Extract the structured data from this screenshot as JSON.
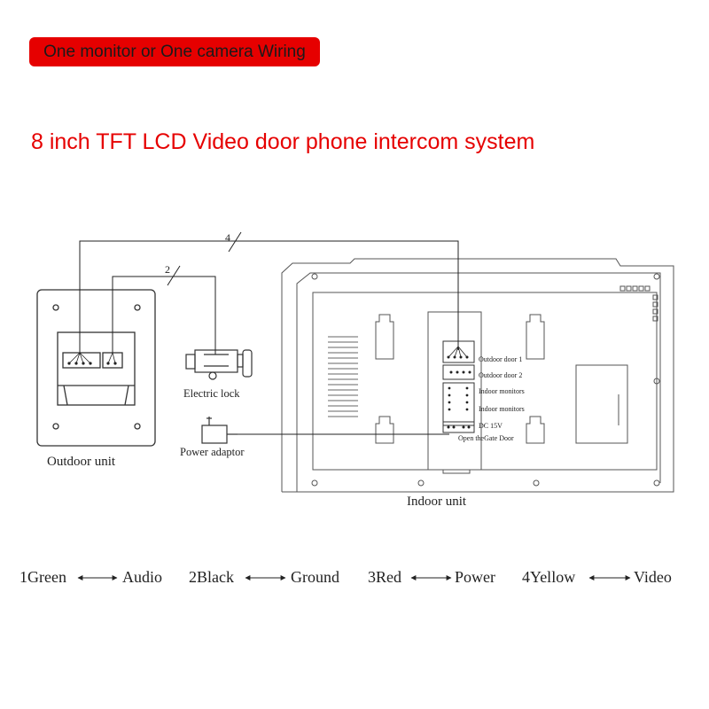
{
  "banner": {
    "label": "One monitor or One camera Wiring",
    "color": "#e60000"
  },
  "title": "8 inch TFT LCD Video door phone intercom system",
  "wire_marks": {
    "four_wire": "4",
    "two_wire": "2"
  },
  "components": {
    "outdoor_unit": "Outdoor unit",
    "electric_lock": "Electric lock",
    "power_adaptor": "Power adaptor",
    "indoor_unit": "Indoor unit"
  },
  "ports": [
    "Outdoor door 1",
    "Outdoor door 2",
    "Indoor monitors",
    "Indoor monitors",
    "DC 15V",
    "Open theGate Door"
  ],
  "legend": [
    {
      "wire": "1Green",
      "meaning": "Audio"
    },
    {
      "wire": "2Black",
      "meaning": "Ground"
    },
    {
      "wire": "3Red",
      "meaning": "Power"
    },
    {
      "wire": "4Yellow",
      "meaning": "Video"
    }
  ]
}
